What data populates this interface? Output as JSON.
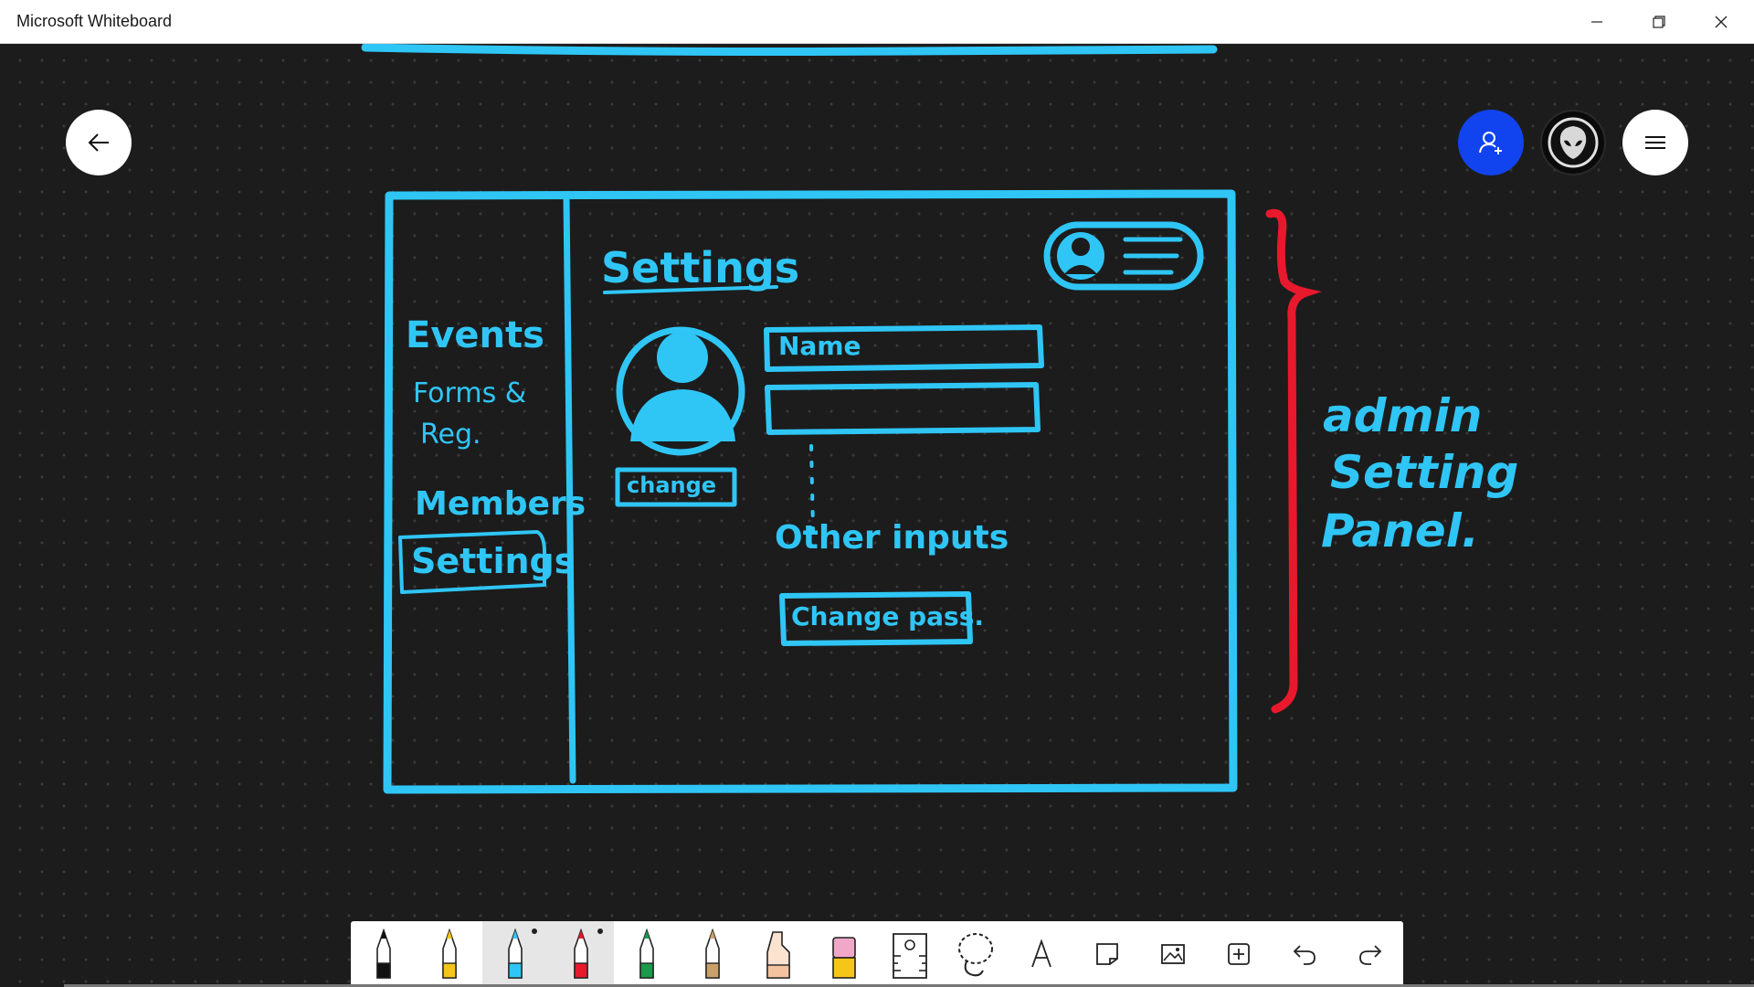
{
  "app": {
    "title": "Microsoft Whiteboard"
  },
  "window_controls": [
    "minimize-icon",
    "restore-icon",
    "close-icon"
  ],
  "top_buttons": {
    "back": "arrow-left-icon",
    "share": "add-person-icon",
    "account": "alien-avatar-icon",
    "menu": "hamburger-icon"
  },
  "colors": {
    "ink_blue": "#2fc6f6",
    "ink_red": "#e8192c",
    "share_button": "#1144ee",
    "canvas": "#1c1c1c"
  },
  "sketch": {
    "sidebar": {
      "events": "Events",
      "forms_line1": "Forms &",
      "forms_line2": "Reg.",
      "members": "Members",
      "settings": "Settings"
    },
    "heading": "Settings",
    "name_field": "Name",
    "change_button": "change",
    "other_inputs": "Other inputs",
    "change_pass_button": "Change pass."
  },
  "annotation": {
    "line1": "admin",
    "line2": "Setting",
    "line3": "Panel."
  },
  "toolbar": {
    "tools": [
      {
        "name": "black-pen",
        "icon": "pen-icon",
        "color": "#111111"
      },
      {
        "name": "yellow-pen",
        "icon": "pen-icon",
        "color": "#f5c518"
      },
      {
        "name": "blue-pen",
        "icon": "pen-icon",
        "color": "#2fc6f6",
        "active": true
      },
      {
        "name": "red-pen",
        "icon": "pen-icon",
        "color": "#e8192c",
        "active": true
      },
      {
        "name": "green-pen",
        "icon": "pen-icon",
        "color": "#1a9a4a"
      },
      {
        "name": "tan-pen",
        "icon": "pen-icon",
        "color": "#c9a06a"
      },
      {
        "name": "highlighter",
        "icon": "highlighter-icon",
        "color": "#f3c3a0"
      },
      {
        "name": "eraser",
        "icon": "eraser-icon",
        "color": "#f1a7c8"
      },
      {
        "name": "ruler",
        "icon": "ruler-icon"
      },
      {
        "name": "lasso",
        "icon": "lasso-icon"
      },
      {
        "name": "text",
        "icon": "text-icon",
        "label": "A"
      },
      {
        "name": "note",
        "icon": "note-icon"
      },
      {
        "name": "image",
        "icon": "image-icon"
      },
      {
        "name": "insert",
        "icon": "insert-icon"
      },
      {
        "name": "undo",
        "icon": "undo-icon"
      },
      {
        "name": "redo",
        "icon": "redo-icon"
      }
    ]
  }
}
